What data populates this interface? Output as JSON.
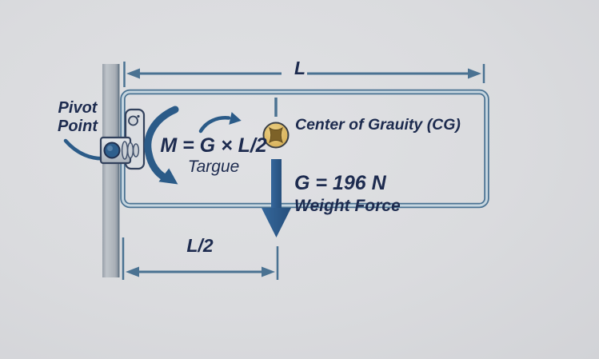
{
  "diagram": {
    "title": "Lever torque and weight force diagram",
    "labels": {
      "pivot_line1": "Pivot",
      "pivot_line2": "Point",
      "length": "L",
      "half_length": "L/2",
      "torque_formula": "M = G × L/2",
      "torque_caption": "Targue",
      "cg_label": "Center of Grauity (CG)",
      "weight_value": "G = 196 N",
      "weight_caption": "Weight Force"
    },
    "icons": {
      "cg_marker": "center-of-gravity-icon",
      "torque_arc": "rotation-arrow-icon",
      "weight_arrow": "down-arrow-icon"
    },
    "colors": {
      "background": "#dadbde",
      "line": "#4a7292",
      "line_inner": "#c6d6e0",
      "arrow": "#2b5b88",
      "text": "#1d2b4f",
      "wall_mid": "#aeb4bb",
      "cg_gold": "#dcb964",
      "cg_brown": "#7d6228",
      "hinge_plate": "#dadde1",
      "hinge_outline": "#32415c"
    }
  }
}
